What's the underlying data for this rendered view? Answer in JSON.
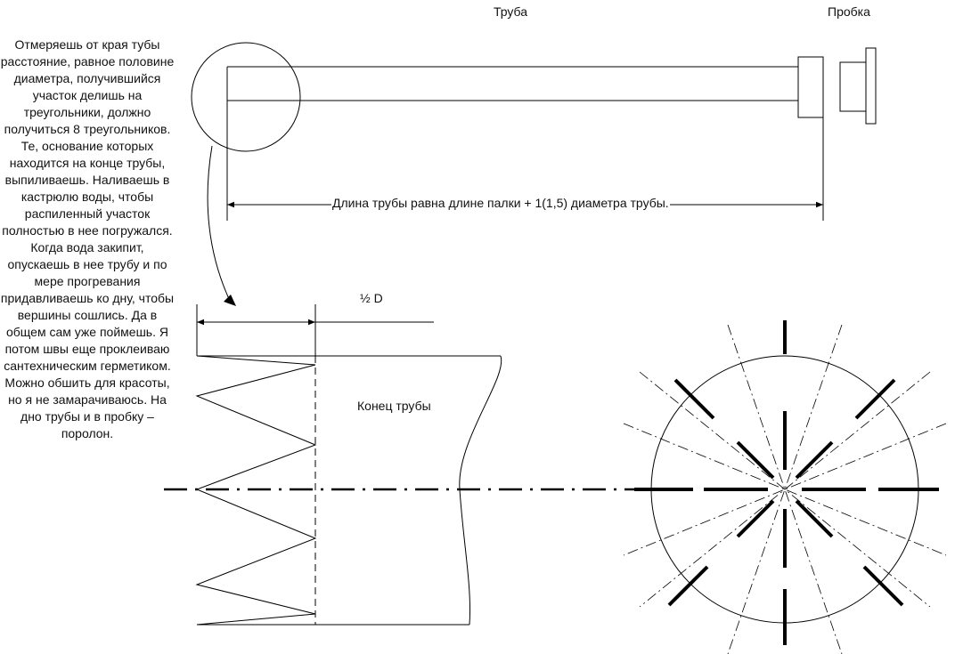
{
  "labels": {
    "pipe": "Труба",
    "plug": "Пробка",
    "length_note": "Длина трубы равна длине палки + 1(1,5) диаметра трубы.",
    "half_d": "½ D",
    "pipe_end": "Конец трубы"
  },
  "instructions": "Отмеряешь от края тубы расстояние, равное половине диаметра, получившийся участок делишь на треугольники, должно получиться 8 треугольников. Те, основание которых находится на конце трубы, выпиливаешь. Наливаешь в кастрюлю воды, чтобы распиленный участок полностью в нее погружался. Когда вода закипит, опускаешь в нее трубу и по мере прогревания придавливаешь ко дну, чтобы вершины сошлись. Да в общем сам уже поймешь. Я потом швы еще проклеиваю сантехническим герметиком. Можно обшить для красоты, но я не замарачиваюсь. На дно трубы и в пробку – поролон.",
  "triangle_count": 8,
  "colors": {
    "line": "#000000",
    "background": "#ffffff"
  }
}
